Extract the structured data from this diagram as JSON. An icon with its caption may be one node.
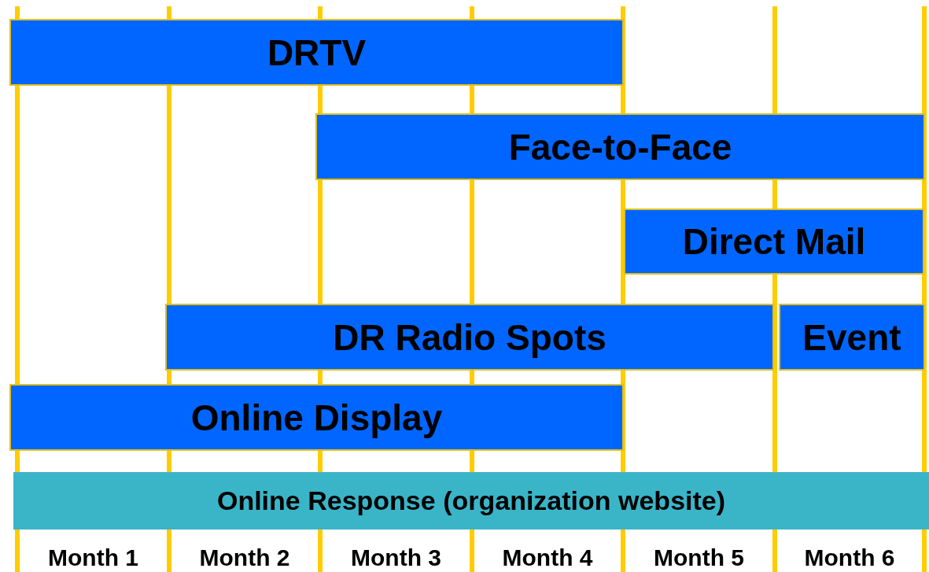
{
  "diagram": {
    "nodes": [
      {
        "text": [
          "DRTV"
        ]
      },
      {
        "text": [
          "Face-to-Face"
        ]
      },
      {
        "text": [
          "Direct Mail"
        ]
      },
      {
        "text": [
          "DR Radio Spots"
        ]
      },
      {
        "text": [
          "Event"
        ]
      },
      {
        "text": [
          "Online Display"
        ]
      },
      {
        "text": [
          "Online Response (organization website)"
        ]
      }
    ],
    "labels": [
      "Month 1",
      "Month 2",
      "Month 3",
      "Month 4",
      "Month 5",
      "Month 6"
    ]
  }
}
